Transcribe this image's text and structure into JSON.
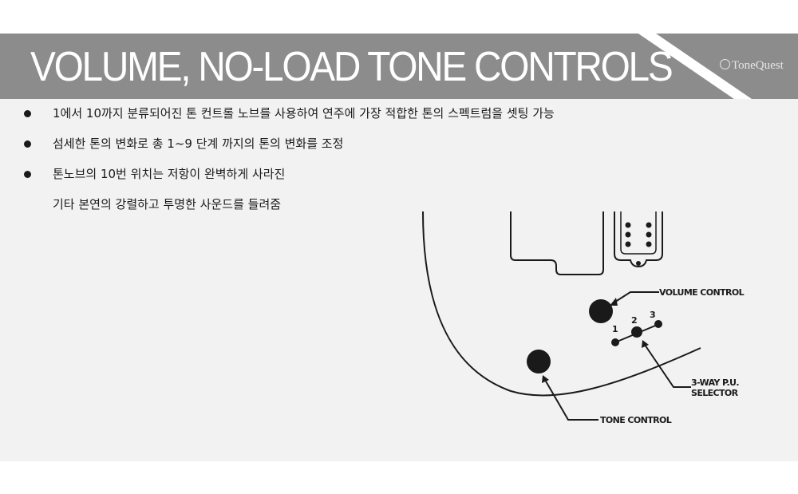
{
  "title": "VOLUME, NO-LOAD TONE CONTROLS",
  "logo_text": "ToneQuest",
  "bullets": [
    {
      "text": "1에서 10까지 분류되어진 톤 컨트롤 노브를 사용하여 연주에 가장 적합한 톤의 스펙트럼을 셋팅 가능"
    },
    {
      "text": "섬세한 톤의 변화로 총 1~9 단계 까지의 톤의 변화를 조정"
    },
    {
      "text": "톤노브의 10번 위치는 저항이 완벽하게 사라진",
      "continuation": "기타 본연의 강렬하고 투명한 사운드를 들려줌"
    }
  ],
  "diagram": {
    "volume_label": "VOLUME CONTROL",
    "selector_label_line1": "3-WAY P.U.",
    "selector_label_line2": "SELECTOR",
    "tone_label": "TONE CONTROL",
    "positions": [
      "1",
      "2",
      "3"
    ]
  },
  "colors": {
    "title_bar": "#8c8c8c",
    "slide_bg": "#f2f2f2",
    "text": "#1a1a1a"
  }
}
